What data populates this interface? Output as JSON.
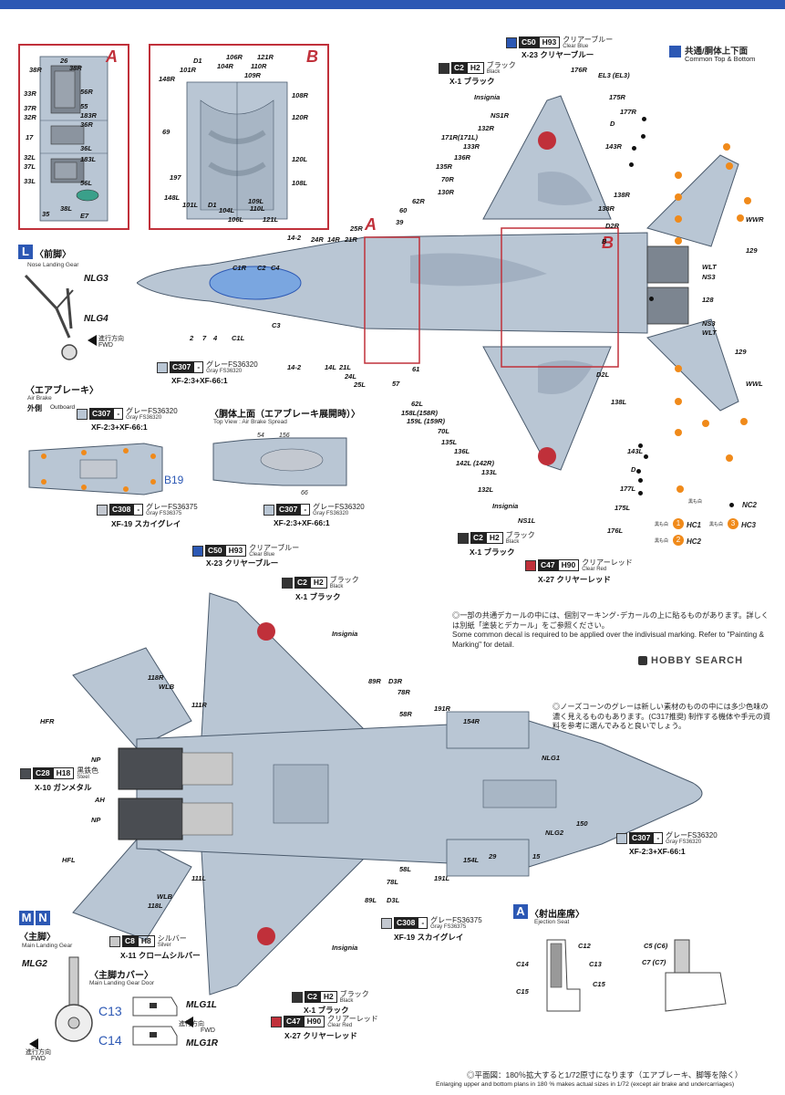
{
  "header": {},
  "legend": {
    "swatch_color": "#2c58b4",
    "title": "共通/胴体上下面",
    "subtitle": "Common Top & Bottom"
  },
  "colors": {
    "blue_gray": "#b9c6d4",
    "dark_gray": "#8f9fb1",
    "panel_line": "#4a5a6c",
    "canopy": "#7aa6e0",
    "red": "#c0303a",
    "orange": "#f08a1a",
    "accent": "#2c58b4"
  },
  "detail_a": {
    "letter": "A",
    "labels": [
      "38R",
      "26",
      "38R",
      "33R",
      "56R",
      "37R",
      "55",
      "32R",
      "183R",
      "36R",
      "17",
      "36L",
      "32L",
      "183L",
      "37L",
      "33L",
      "56L",
      "35",
      "38L",
      "E7"
    ]
  },
  "detail_b": {
    "letter": "B",
    "labels": [
      "106R",
      "121R",
      "D1",
      "104R",
      "110R",
      "101R",
      "109R",
      "148R",
      "108R",
      "120R",
      "69",
      "120L",
      "108L",
      "197",
      "148L",
      "101L",
      "D1",
      "104L",
      "109L",
      "106L",
      "110L",
      "121L"
    ]
  },
  "top_view": {
    "box_a": "A",
    "box_b": "B",
    "labels": [
      "176R",
      "EL3 (EL3)",
      "Insignia",
      "175R",
      "177R",
      "NS1R",
      "132R",
      "D",
      "171R(171L)",
      "133R",
      "143R",
      "136R",
      "135R",
      "70R",
      "138R",
      "130R",
      "62R",
      "138R",
      "D2R",
      "60",
      "39",
      "25R",
      "14-2",
      "24R",
      "14R",
      "21R",
      "C1R",
      "C2",
      "C4",
      "C3",
      "2",
      "7",
      "4",
      "C1L",
      "14-2",
      "14L",
      "21L",
      "24L",
      "25L",
      "57",
      "61",
      "62L",
      "158L(158R)",
      "159L (159R)",
      "70L",
      "135L",
      "136L",
      "142L (142R)",
      "133L",
      "132L",
      "Insignia",
      "NS1L",
      "138L",
      "143L",
      "D",
      "177L",
      "175L",
      "176L",
      "D2L",
      "WWR",
      "129",
      "WLT",
      "NS3",
      "128",
      "NS3",
      "WLT",
      "129",
      "WWL",
      "B"
    ]
  },
  "paint_chips": {
    "c50_top": {
      "code1": "C50",
      "code2": "H93",
      "jp": "クリアーブルー",
      "en": "Clear Blue",
      "name": "X-23 クリヤーブルー",
      "color": "#2c58b4"
    },
    "c2_top": {
      "code1": "C2",
      "code2": "H2",
      "jp": "ブラック",
      "en": "Black",
      "name": "X-1 ブラック",
      "color": "#333333"
    },
    "c307_top": {
      "code1": "C307",
      "code2": "-",
      "jp": "グレーFS36320",
      "en": "Gray FS36320",
      "name": "XF-2:3+XF-66:1",
      "color": "#b9c6d4"
    },
    "c2_bottom_top": {
      "code1": "C2",
      "code2": "H2",
      "jp": "ブラック",
      "en": "Black",
      "name": "X-1 ブラック",
      "color": "#333333"
    },
    "c47_top": {
      "code1": "C47",
      "code2": "H90",
      "jp": "クリアーレッド",
      "en": "Clear Red",
      "name": "X-27 クリヤーレッド",
      "color": "#c0303a"
    },
    "c307_brake": {
      "code1": "C307",
      "code2": "-",
      "jp": "グレーFS36320",
      "en": "Gray FS36320",
      "name": "XF-2:3+XF-66:1",
      "color": "#b9c6d4"
    },
    "c308_brake": {
      "code1": "C308",
      "code2": "-",
      "jp": "グレーFS36375",
      "en": "Gray FS36375",
      "name": "XF-19 スカイグレイ",
      "color": "#c3c8d0"
    },
    "c307_brake2": {
      "code1": "C307",
      "code2": "-",
      "jp": "グレーFS36320",
      "en": "Gray FS36320",
      "name": "XF-2:3+XF-66:1",
      "color": "#b9c6d4"
    },
    "c50_bottom": {
      "code1": "C50",
      "code2": "H93",
      "jp": "クリアーブルー",
      "en": "Clear Blue",
      "name": "X-23 クリヤーブルー",
      "color": "#2c58b4"
    },
    "c2_bottom": {
      "code1": "C2",
      "code2": "H2",
      "jp": "ブラック",
      "en": "Black",
      "name": "X-1 ブラック",
      "color": "#333333"
    },
    "c28": {
      "code1": "C28",
      "code2": "H18",
      "jp": "黒鉄色",
      "en": "Steel",
      "name": "X-10 ガンメタル",
      "color": "#4a4d52"
    },
    "c307_bottom": {
      "code1": "C307",
      "code2": "-",
      "jp": "グレーFS36320",
      "en": "Gray FS36320",
      "name": "XF-2:3+XF-66:1",
      "color": "#b9c6d4"
    },
    "c308_bottom": {
      "code1": "C308",
      "code2": "-",
      "jp": "グレーFS36375",
      "en": "Gray FS36375",
      "name": "XF-19 スカイグレイ",
      "color": "#c3c8d0"
    },
    "c8": {
      "code1": "C8",
      "code2": "H8",
      "jp": "シルバー",
      "en": "Silver",
      "name": "X-11 クロームシルバー",
      "color": "#c8c8c8"
    },
    "c2_bottom2": {
      "code1": "C2",
      "code2": "H2",
      "jp": "ブラック",
      "en": "Black",
      "name": "X-1 ブラック",
      "color": "#333333"
    },
    "c47_bottom": {
      "code1": "C47",
      "code2": "H90",
      "jp": "クリアーレッド",
      "en": "Clear Red",
      "name": "X-27 クリヤーレッド",
      "color": "#c0303a"
    }
  },
  "nose_gear": {
    "tag": "L",
    "title": "〈前脚〉",
    "subtitle": "Nose Landing Gear",
    "labels": [
      "NLG3",
      "NLG4"
    ],
    "fwd_jp": "進行方向",
    "fwd_en": "FWD"
  },
  "air_brake": {
    "title": "〈エアブレーキ〉",
    "subtitle": "Air Brake",
    "outboard": "外側",
    "outboard_en": "Outboard",
    "b19": "B19"
  },
  "top_view_spread": {
    "title": "〈胴体上面（エアブレーキ展開時）〉",
    "subtitle": "Top View : Air Brake Spread",
    "labels": [
      "54",
      "156",
      "66"
    ]
  },
  "decal_legend": {
    "nc2": "NC2",
    "hc1": "HC1",
    "hc3": "HC3",
    "hc2": "HC2",
    "n1": "1",
    "n2": "2",
    "n3": "3",
    "sym_black": "黒も白",
    "sym_left": "黒も白",
    "sym_right": "黒も白",
    "sym_bottom": "黒も白"
  },
  "notes": {
    "common_jp": "◎一部の共通デカールの中には、個別マーキング･デカールの上に貼るものがあります。詳しくは別紙「塗装とデカール」をご参照ください。",
    "common_en": "Some common decal is required to be applied over the indivisual marking. Refer to \"Painting & Marking\" for detail.",
    "nose_jp": "◎ノーズコーンのグレーは新しい素材のものの中には多少色味の濃く見えるものもあります。(C317推奨) 制作する機体や手元の資料を参考に選んでみると良いでしょう。",
    "logo": "HOBBY SEARCH"
  },
  "bottom_view": {
    "labels": [
      "Insignia",
      "118R",
      "WLB",
      "HFR",
      "111R",
      "89R",
      "D3R",
      "78R",
      "58R",
      "191R",
      "154R",
      "NLG1",
      "NP",
      "AH",
      "NP",
      "NLG2",
      "150",
      "HFL",
      "WLB",
      "118L",
      "111L",
      "154L",
      "29",
      "15",
      "58L",
      "78L",
      "191L",
      "89L",
      "D3L",
      "Insignia"
    ]
  },
  "main_gear": {
    "tag1": "M",
    "tag2": "N",
    "title": "〈主脚〉",
    "subtitle": "Main Landing Gear",
    "mlg2": "MLG2",
    "door_title": "〈主脚カバー〉",
    "door_subtitle": "Main Landing Gear Door",
    "c13": "C13",
    "c14": "C14",
    "mlg1l": "MLG1L",
    "mlg1r": "MLG1R",
    "fwd_jp": "進行方向",
    "fwd_en": "FWD"
  },
  "ejection_seat": {
    "tag": "A",
    "title": "〈射出座席〉",
    "subtitle": "Ejection Seat",
    "labels": [
      "C12",
      "C14",
      "C13",
      "C15",
      "C15",
      "C5 (C6)",
      "C7 (C7)"
    ]
  },
  "footer": {
    "jp": "◎平面図：180％拡大すると1/72原寸になります（エアブレーキ、脚等を除く）",
    "en": "Enlarging upper and bottom plans in 180 % makes actual sizes in 1/72 (except air brake and undercarriages)"
  }
}
